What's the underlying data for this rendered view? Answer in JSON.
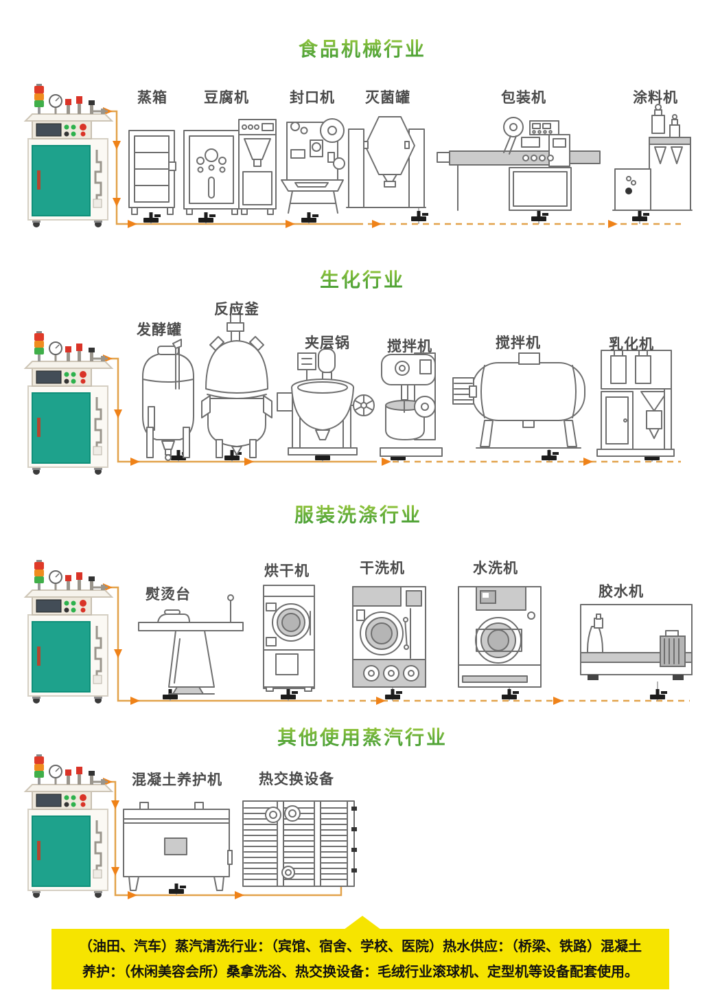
{
  "sections": [
    {
      "title": "食品机械行业",
      "machines": [
        {
          "label": "蒸箱"
        },
        {
          "label": "豆腐机"
        },
        {
          "label": "封口机"
        },
        {
          "label": "灭菌罐"
        },
        {
          "label": "包装机"
        },
        {
          "label": "涂料机"
        }
      ]
    },
    {
      "title": "生化行业",
      "machines": [
        {
          "label": "发酵罐"
        },
        {
          "label": "反应釜"
        },
        {
          "label": "夹层锅"
        },
        {
          "label": "搅拌机"
        },
        {
          "label": "搅拌机"
        },
        {
          "label": "乳化机"
        }
      ]
    },
    {
      "title": "服装洗涤行业",
      "machines": [
        {
          "label": "熨烫台"
        },
        {
          "label": "烘干机"
        },
        {
          "label": "干洗机"
        },
        {
          "label": "水洗机"
        },
        {
          "label": "胶水机"
        }
      ]
    },
    {
      "title": "其他使用蒸汽行业",
      "machines": [
        {
          "label": "混凝土养护机"
        },
        {
          "label": "热交换设备"
        }
      ]
    }
  ],
  "banner": {
    "line1": "（油田、汽车）蒸汽清洗行业：（宾馆、宿舍、学校、医院）热水供应：（桥梁、铁路）混凝土",
    "line2": "养护：（休闲美容会所）桑拿洗浴、热交换设备：毛绒行业滚球机、定型机等设备配套使用。"
  },
  "colors": {
    "title_green_top": "#a9d03d",
    "title_green_bottom": "#3f9b35",
    "flow_line": "#e2a24a",
    "flow_arrow": "#ef8218",
    "banner_yellow": "#f6e400",
    "generator_door_teal": "#1ea28c"
  }
}
